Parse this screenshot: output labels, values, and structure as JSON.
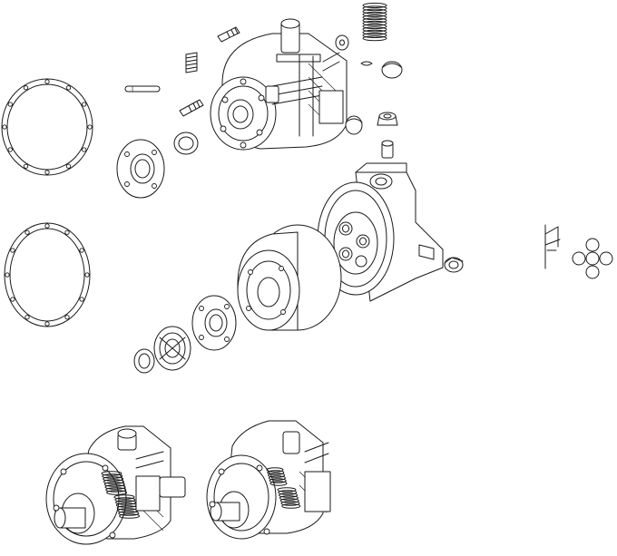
{
  "image": {
    "kind": "exploded technical line drawing",
    "stroke_color": "#1a1a1a",
    "background_color": "#ffffff"
  },
  "parts": [
    {
      "id": "gasket-ring-upper",
      "icon": "gasket-icon"
    },
    {
      "id": "gasket-ring-lower",
      "icon": "gasket-icon"
    },
    {
      "id": "valve-spring-large",
      "icon": "spring-icon"
    },
    {
      "id": "valve-spring-small",
      "icon": "spring-icon"
    },
    {
      "id": "pump-housing-cutaway",
      "icon": "housing-icon"
    },
    {
      "id": "flange-plate",
      "icon": "flange-icon"
    },
    {
      "id": "bearing",
      "icon": "bearing-icon"
    },
    {
      "id": "rotor-drum",
      "icon": "drum-icon"
    },
    {
      "id": "end-cover",
      "icon": "cover-icon"
    },
    {
      "id": "plug-cap",
      "icon": "cap-icon"
    },
    {
      "id": "legend-circles",
      "icon": "circle-cluster-icon"
    },
    {
      "id": "assembled-pump-left",
      "icon": "pump-icon"
    },
    {
      "id": "assembled-pump-right",
      "icon": "pump-icon"
    }
  ]
}
